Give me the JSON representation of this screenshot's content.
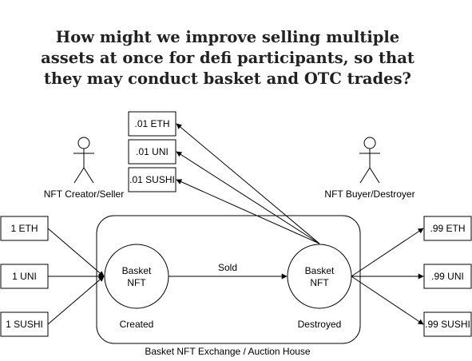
{
  "title_lines": [
    "How might we improve selling multiple",
    "assets at once for defi participants, so that",
    "they may conduct basket and OTC trades?"
  ],
  "actors": {
    "seller": "NFT Creator/Seller",
    "buyer": "NFT Buyer/Destroyer"
  },
  "input_assets": [
    "1 ETH",
    "1 UNI",
    "1 SUSHI"
  ],
  "fee_assets": [
    ".01 ETH",
    ".01 UNI",
    ".01 SUSHI"
  ],
  "output_assets": [
    ".99 ETH",
    ".99 UNI",
    ".99 SUSHI"
  ],
  "nodes": {
    "created": {
      "label_line1": "Basket",
      "label_line2": "NFT",
      "caption": "Created"
    },
    "destroyed": {
      "label_line1": "Basket",
      "label_line2": "NFT",
      "caption": "Destroyed"
    }
  },
  "edge_label": "Sold",
  "container_label": "Basket NFT Exchange / Auction House"
}
